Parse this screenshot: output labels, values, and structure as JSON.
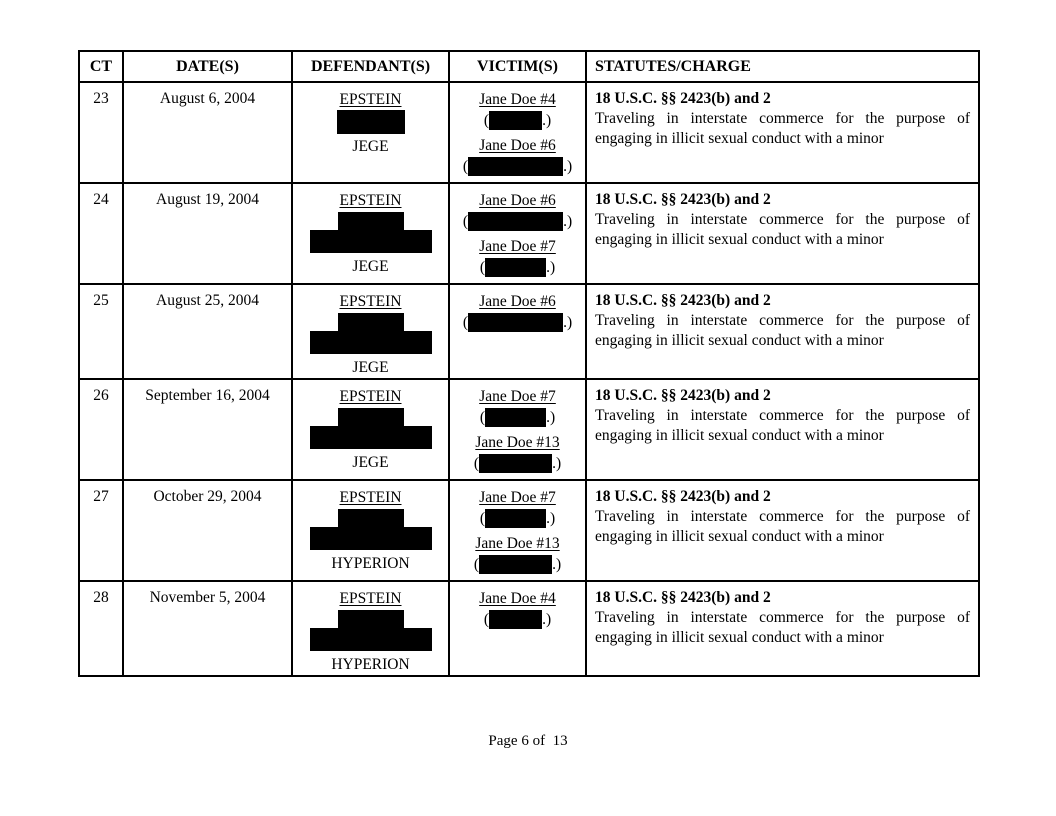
{
  "punct": {
    "open": "(",
    "close": ".)"
  },
  "footer": {
    "page_label": "Page 6 of  13"
  },
  "table": {
    "headers": [
      "CT",
      "DATE(S)",
      "DEFENDANT(S)",
      "VICTIM(S)",
      "STATUTES/CHARGE"
    ],
    "rows": [
      {
        "ct": "23",
        "date": "August 6, 2004",
        "defendant_primary": "EPSTEIN",
        "defendant_secondary": "JEGE",
        "victims": [
          {
            "name": "Jane Doe #4"
          },
          {
            "name": "Jane Doe #6"
          }
        ],
        "statute": "18 U.S.C. §§ 2423(b) and 2",
        "charge": "Traveling in interstate commerce for the purpose of engaging in illicit sexual conduct with a minor"
      },
      {
        "ct": "24",
        "date": "August 19, 2004",
        "defendant_primary": "EPSTEIN",
        "defendant_secondary": "JEGE",
        "victims": [
          {
            "name": "Jane Doe #6"
          },
          {
            "name": "Jane Doe #7"
          }
        ],
        "statute": "18 U.S.C. §§ 2423(b) and 2",
        "charge": "Traveling in interstate commerce for the purpose of engaging in illicit sexual conduct with a minor"
      },
      {
        "ct": "25",
        "date": "August 25, 2004",
        "defendant_primary": "EPSTEIN",
        "defendant_secondary": "JEGE",
        "victims": [
          {
            "name": "Jane Doe #6"
          }
        ],
        "statute": "18 U.S.C. §§ 2423(b) and 2",
        "charge": "Traveling in interstate commerce for the purpose of engaging in illicit sexual conduct with a minor"
      },
      {
        "ct": "26",
        "date": "September 16, 2004",
        "defendant_primary": "EPSTEIN",
        "defendant_secondary": "JEGE",
        "victims": [
          {
            "name": "Jane Doe #7"
          },
          {
            "name": "Jane Doe #13"
          }
        ],
        "statute": "18 U.S.C. §§ 2423(b) and 2",
        "charge": "Traveling in interstate commerce for the purpose of engaging in illicit sexual conduct with a minor"
      },
      {
        "ct": "27",
        "date": "October 29, 2004",
        "defendant_primary": "EPSTEIN",
        "defendant_secondary": "HYPERION",
        "victims": [
          {
            "name": "Jane Doe #7"
          },
          {
            "name": "Jane Doe #13"
          }
        ],
        "statute": "18 U.S.C. §§ 2423(b) and 2",
        "charge": "Traveling in interstate commerce for the purpose of engaging in illicit sexual conduct with a minor"
      },
      {
        "ct": "28",
        "date": "November 5, 2004",
        "defendant_primary": "EPSTEIN",
        "defendant_secondary": "HYPERION",
        "victims": [
          {
            "name": "Jane Doe #4"
          }
        ],
        "statute": "18 U.S.C. §§ 2423(b) and 2",
        "charge": "Traveling in interstate commerce for the purpose of engaging in illicit sexual conduct with a minor"
      }
    ]
  }
}
